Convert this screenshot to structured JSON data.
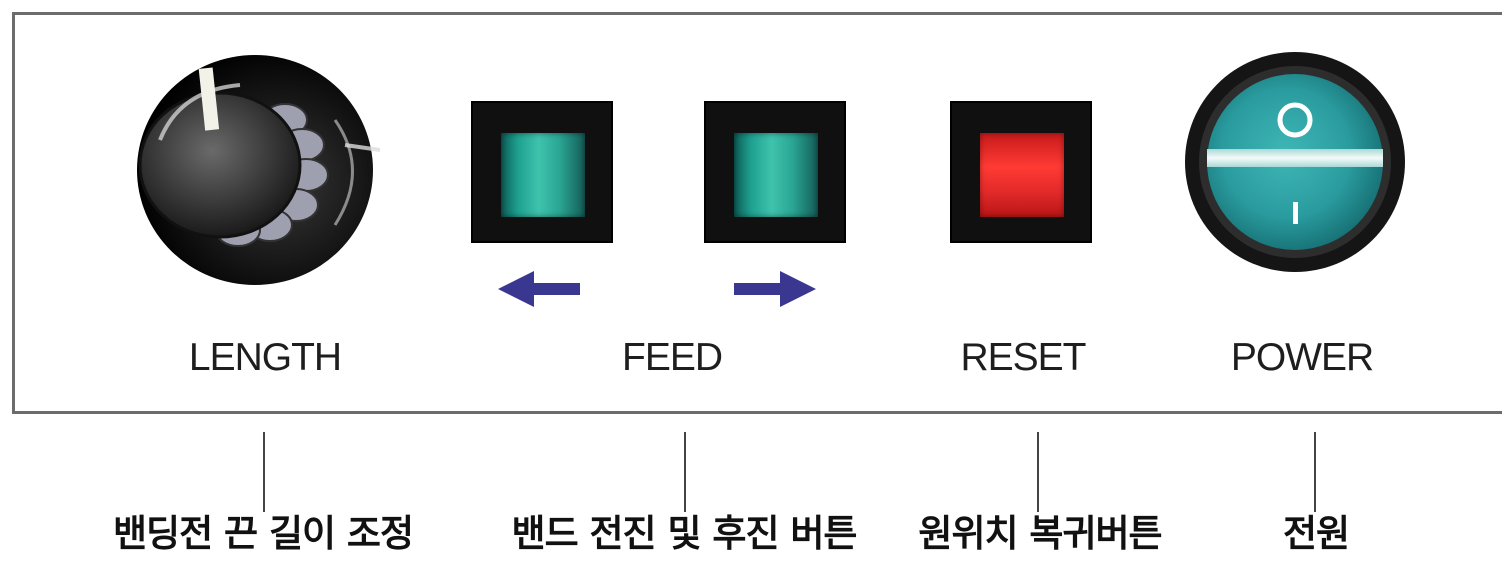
{
  "controls": [
    {
      "label": "LENGTH",
      "caption": "밴딩전 끈 길이 조정",
      "icon": "knob-icon"
    },
    {
      "label": "FEED",
      "caption": "밴드 전진 및 후진 버튼",
      "icon": "feed-buttons-icon"
    },
    {
      "label": "RESET",
      "caption": "원위치 복귀버튼",
      "icon": "reset-button-icon"
    },
    {
      "label": "POWER",
      "caption": "전원",
      "icon": "power-switch-icon"
    }
  ],
  "power_switch": {
    "off_symbol": "O",
    "on_symbol": "I"
  },
  "arrows": {
    "left": "left-arrow-icon",
    "right": "right-arrow-icon"
  },
  "colors": {
    "feed_button": "#1ea08f",
    "reset_button": "#ff3a34",
    "power_button": "#2a9c9f",
    "arrow": "#3a3790",
    "panel_border": "#6c6c6c"
  }
}
